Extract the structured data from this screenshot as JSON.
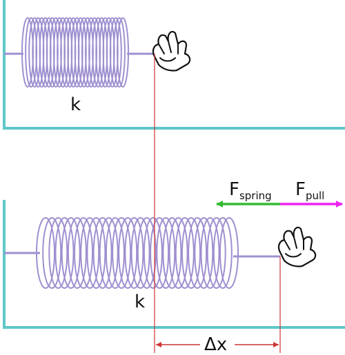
{
  "diagram": {
    "top": {
      "spring_label": "k"
    },
    "bottom": {
      "spring_label": "k",
      "displacement_label": "Δx",
      "force_spring": {
        "main": "F",
        "sub": "spring"
      },
      "force_pull": {
        "main": "F",
        "sub": "pull"
      }
    }
  },
  "colors": {
    "wall": "#5fc7c9",
    "coil": "#9f8fd0",
    "guide_line": "#cc3333",
    "spring_force": "#33bb33",
    "pull_force": "#ee22ee",
    "hand_outline": "#111111"
  },
  "icons": {
    "hand": "pinching-hand-icon"
  }
}
